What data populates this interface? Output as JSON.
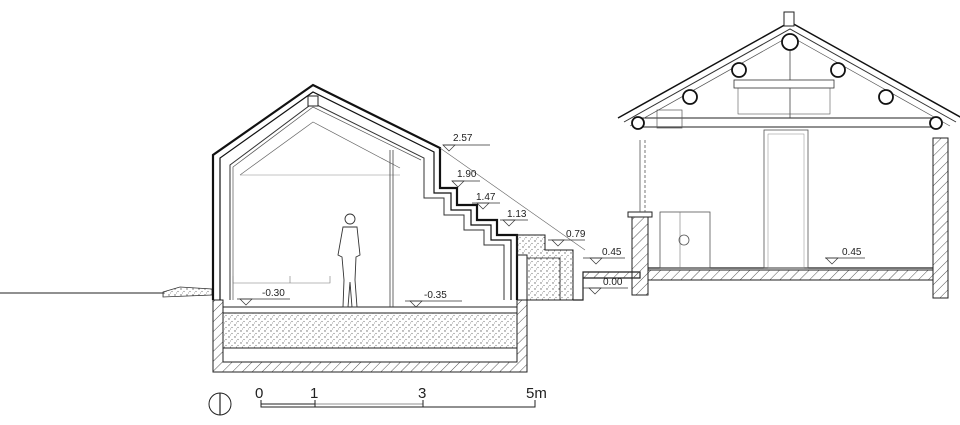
{
  "levels": {
    "roof": "2.57",
    "step1": "1.90",
    "step2": "1.47",
    "step3": "1.13",
    "step4": "0.79",
    "terrace": "0.45",
    "ground": "0.00",
    "hall_floor": "0.45",
    "floor_left": "-0.30",
    "floor_right": "-0.35"
  },
  "scale_bar": {
    "ticks": [
      "0",
      "1",
      "3",
      "5m"
    ]
  },
  "icons": {
    "north": "north-arrow-icon"
  }
}
